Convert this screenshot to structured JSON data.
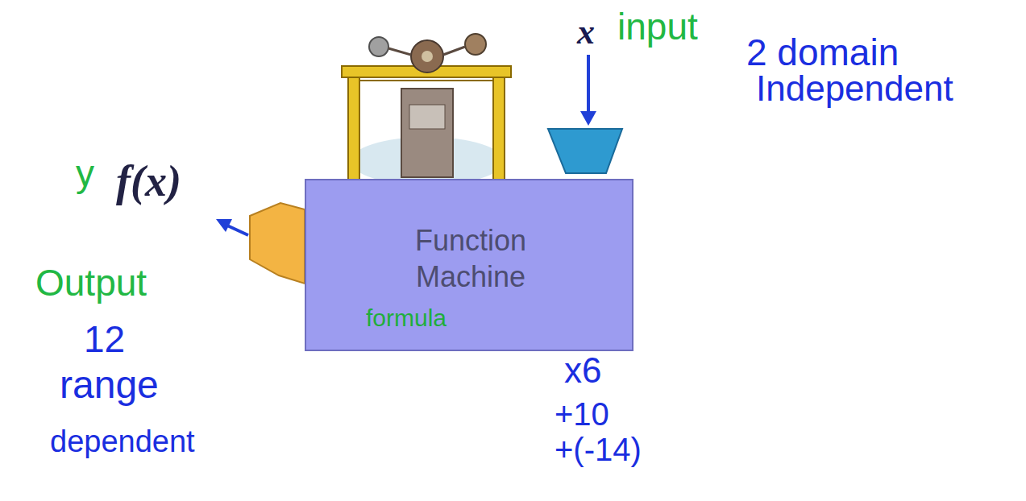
{
  "diagram": {
    "nodes": [
      {
        "text": [
          "Function Machine",
          "formula"
        ]
      }
    ],
    "labels": [
      "x",
      "input",
      "2 domain",
      "Independent",
      "y",
      "f(x)",
      "Output",
      "12",
      "range",
      "dependent",
      "x6",
      "+10",
      "+(-14)"
    ]
  }
}
